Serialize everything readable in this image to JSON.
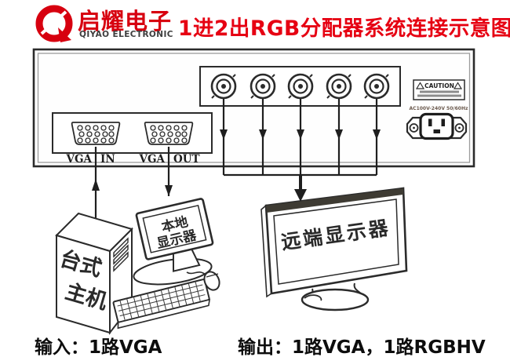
{
  "header": {
    "logo": {
      "cn": "启耀电子",
      "en": "QIYAO ELECTRONIC"
    },
    "title": "1进2出RGB分配器系统连接示意图"
  },
  "panel": {
    "vga_in": {
      "w1": "VGA",
      "w2": "IN"
    },
    "vga_out": {
      "w1": "VGA",
      "w2": "OUT"
    },
    "caution": "CAUTION",
    "power_rating": "AC100V-240V 50/60Hz"
  },
  "devices": {
    "tower": [
      "台式",
      "主机"
    ],
    "local_monitor": [
      "本地",
      "显示器"
    ],
    "remote_monitor": "远端显示器"
  },
  "captions": {
    "input": "输入：1路VGA",
    "output": "输出：1路VGA，1路RGBHV"
  },
  "colors": {
    "brand_red": "#d7000f",
    "title_red": "#e60012",
    "line_dark": "#2b2b2b"
  }
}
